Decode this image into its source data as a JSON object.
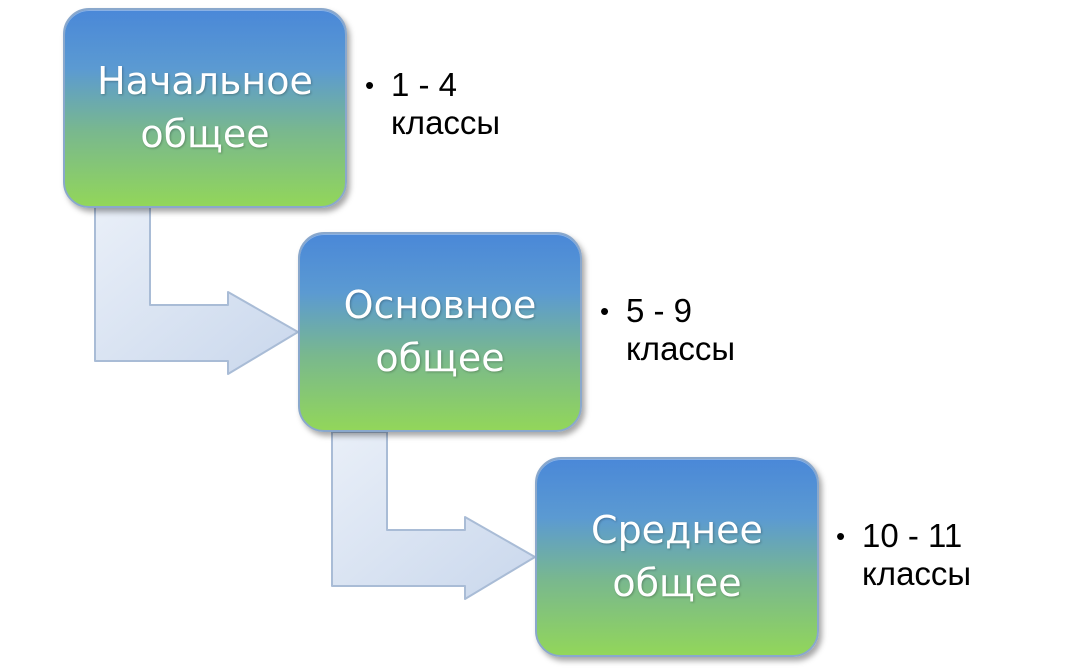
{
  "stages": [
    {
      "title": "Начальное\nобщее",
      "grades": "1 - 4\nклассы"
    },
    {
      "title": "Основное\nобщее",
      "grades": "5 - 9\nклассы"
    },
    {
      "title": "Среднее\nобщее",
      "grades": "10 - 11\nклассы"
    }
  ],
  "bullet_symbol": "•",
  "colors": {
    "box_top": "#4a88d8",
    "box_bottom": "#92d65a",
    "arrow_fill": "#d4e0f0",
    "arrow_stroke": "#a9bcd6"
  }
}
